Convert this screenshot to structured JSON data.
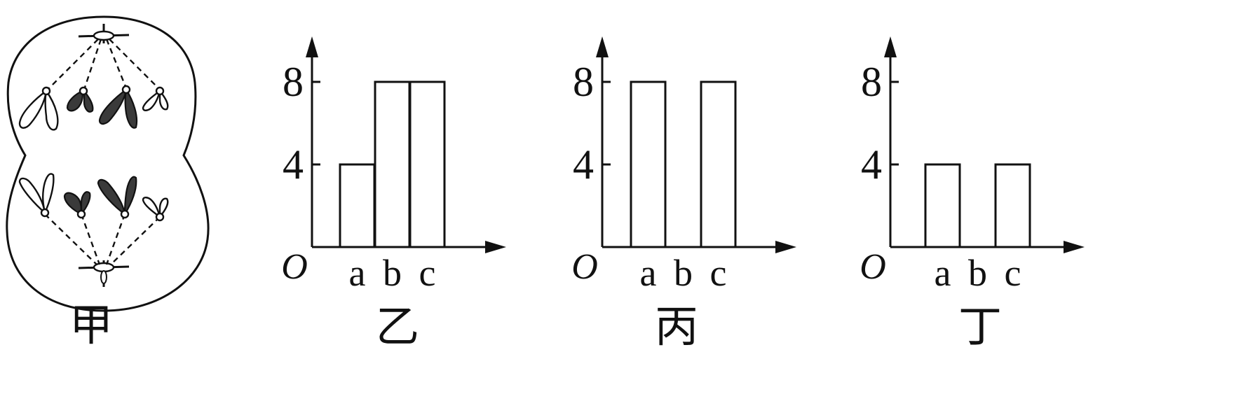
{
  "figures": {
    "cell": {
      "caption": "甲"
    },
    "charts": [
      {
        "caption": "乙",
        "origin_label": "O",
        "tick_labels": [
          "8",
          "4"
        ],
        "category_labels": [
          "a",
          "b",
          "c"
        ]
      },
      {
        "caption": "丙",
        "origin_label": "O",
        "tick_labels": [
          "8",
          "4"
        ],
        "category_labels": [
          "a",
          "b",
          "c"
        ]
      },
      {
        "caption": "丁",
        "origin_label": "O",
        "tick_labels": [
          "8",
          "4"
        ],
        "category_labels": [
          "a",
          "b",
          "c"
        ]
      }
    ]
  },
  "chart_data": [
    {
      "type": "bar",
      "title": "乙",
      "categories": [
        "a",
        "b",
        "c"
      ],
      "values": [
        4,
        8,
        8
      ],
      "yticks": [
        4,
        8
      ],
      "ylim": [
        0,
        10
      ]
    },
    {
      "type": "bar",
      "title": "丙",
      "categories": [
        "a",
        "b",
        "c"
      ],
      "values": [
        8,
        0,
        8
      ],
      "yticks": [
        4,
        8
      ],
      "ylim": [
        0,
        10
      ]
    },
    {
      "type": "bar",
      "title": "丁",
      "categories": [
        "a",
        "b",
        "c"
      ],
      "values": [
        4,
        0,
        4
      ],
      "yticks": [
        4,
        8
      ],
      "ylim": [
        0,
        10
      ]
    }
  ]
}
